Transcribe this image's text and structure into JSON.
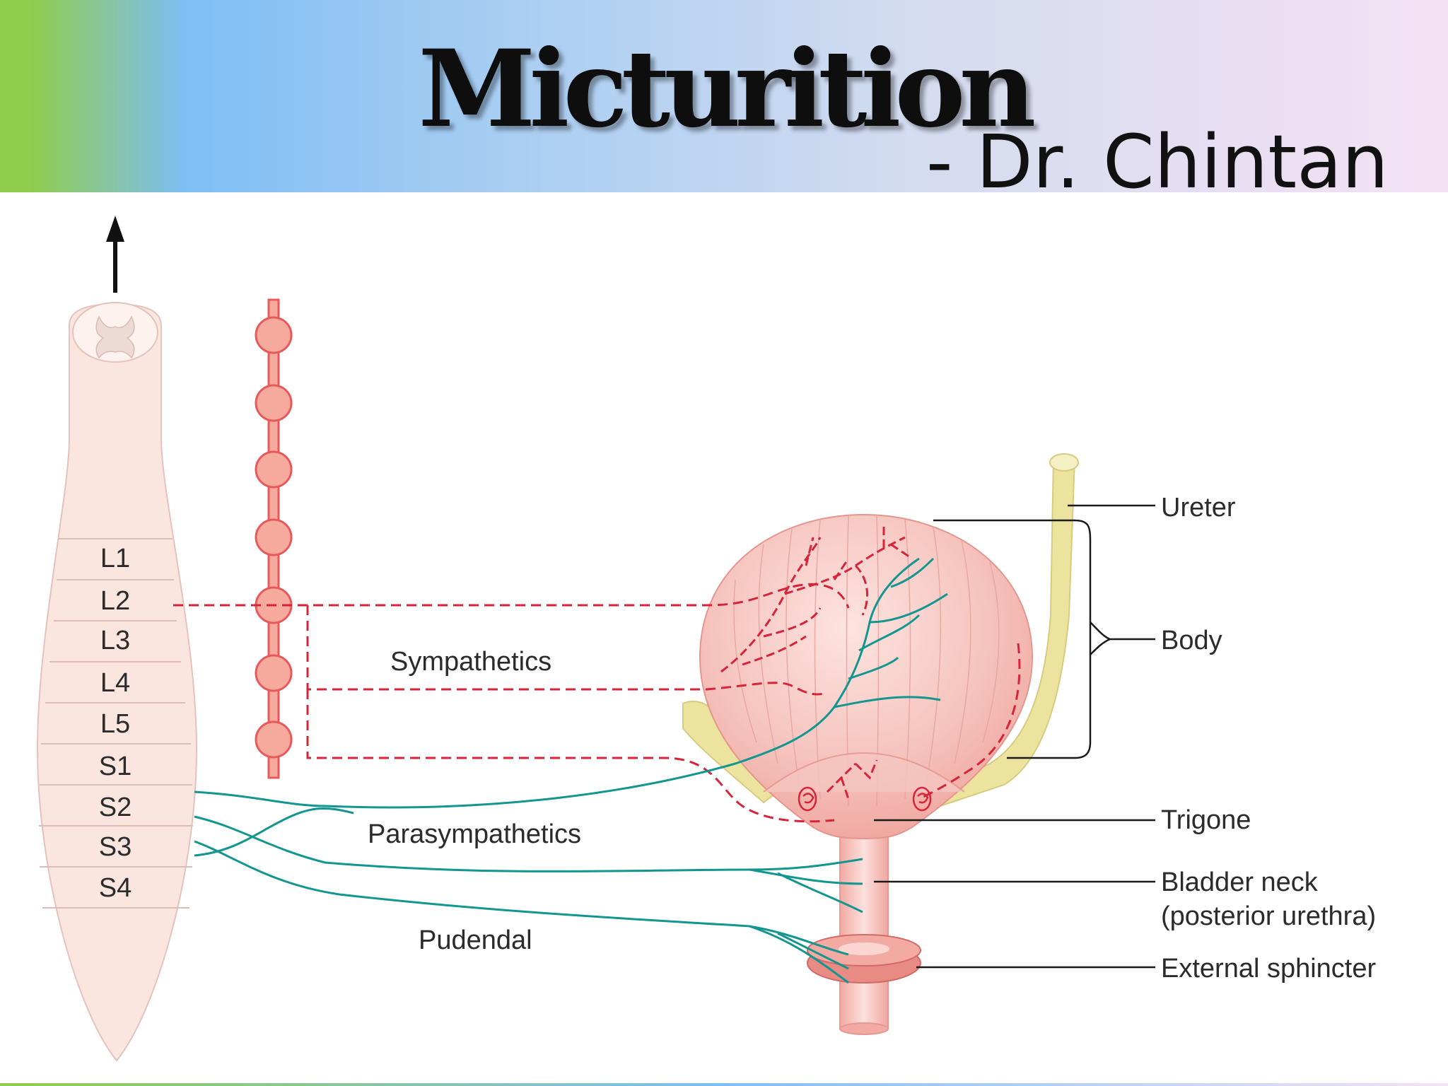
{
  "slide": {
    "title": "Micturition",
    "subtitle": "- Dr. Chintan"
  },
  "diagram": {
    "segments": [
      "L1",
      "L2",
      "L3",
      "L4",
      "L5",
      "S1",
      "S2",
      "S3",
      "S4"
    ],
    "nerves": {
      "sympathetic": "Sympathetics",
      "parasympathetic": "Parasympathetics",
      "pudendal": "Pudendal"
    },
    "structures": {
      "ureter": "Ureter",
      "body": "Body",
      "trigone": "Trigone",
      "bladder_neck_1": "Bladder neck",
      "bladder_neck_2": "(posterior urethra)",
      "external_sphincter": "External sphincter"
    },
    "colors": {
      "sympathetic_nerve": "#d6243a",
      "parasympathetic_nerve": "#13968f",
      "bladder": "#f4b7b0",
      "ureter": "#ebe3a0",
      "spinal_cord": "#fbe6df"
    }
  }
}
